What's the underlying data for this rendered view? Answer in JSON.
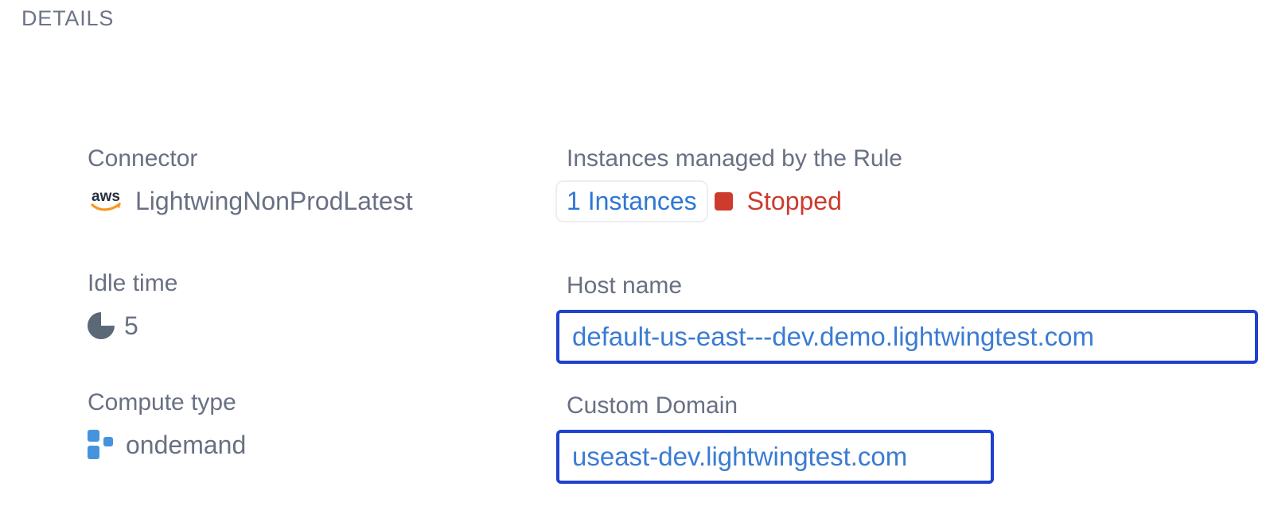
{
  "section_title": "DETAILS",
  "fields": {
    "connector": {
      "label": "Connector",
      "value": "LightwingNonProdLatest",
      "icon": "aws-icon"
    },
    "idle_time": {
      "label": "Idle time",
      "value": "5",
      "icon": "pie-chart-icon"
    },
    "compute_type": {
      "label": "Compute type",
      "value": "ondemand",
      "icon": "compute-squares-icon"
    },
    "instances": {
      "label": "Instances managed by the Rule",
      "count_link": "1 Instances",
      "status": "Stopped"
    },
    "host_name": {
      "label": "Host name",
      "value": "default-us-east---dev.demo.lightwingtest.com"
    },
    "custom_domain": {
      "label": "Custom Domain",
      "value": "useast-dev.lightwingtest.com"
    }
  },
  "aws_logo_text": "aws",
  "colors": {
    "label_gray": "#697083",
    "section_title_gray": "#6d7388",
    "link_blue": "#2e77d4",
    "url_text_blue": "#3a7cd3",
    "url_box_border_blue": "#1e41d0",
    "status_red": "#cc3b2d",
    "compute_square_blue": "#4693dd",
    "pie_slate": "#5a6877",
    "aws_navy": "#252f3e",
    "aws_orange": "#f7981f"
  }
}
